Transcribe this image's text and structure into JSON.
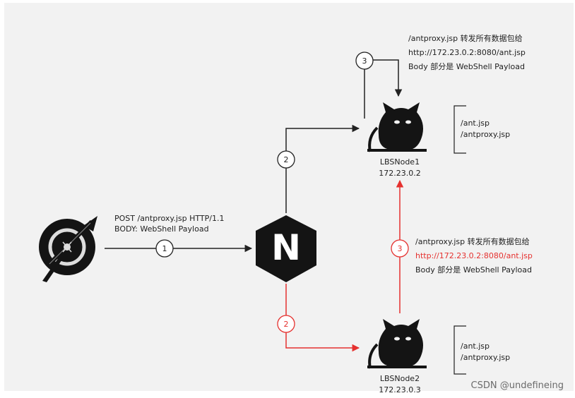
{
  "client_request": {
    "line1": "POST /antproxy.jsp HTTP/1.1",
    "line2": "BODY: WebShell Payload"
  },
  "steps": {
    "s1": "1",
    "s2_top": "2",
    "s2_bottom": "2",
    "s3_top": "3",
    "s3_right": "3"
  },
  "top_note": {
    "line1": "/antproxy.jsp 转发所有数据包给",
    "line2": "http://172.23.0.2:8080/ant.jsp",
    "line3": "Body 部分是 WebShell Payload"
  },
  "mid_note": {
    "line1": "/antproxy.jsp 转发所有数据包给",
    "line2": "http://172.23.0.2:8080/ant.jsp",
    "line3": "Body 部分是 WebShell Payload"
  },
  "node1": {
    "name": "LBSNode1",
    "ip": "172.23.0.2",
    "files": [
      "/ant.jsp",
      "/antproxy.jsp"
    ]
  },
  "node2": {
    "name": "LBSNode2",
    "ip": "172.23.0.3",
    "files": [
      "/ant.jsp",
      "/antproxy.jsp"
    ]
  },
  "nginx_letter": "N",
  "watermark": "CSDN @undefineing",
  "colors": {
    "black": "#222222",
    "red": "#e5312f",
    "background": "#f2f2f2"
  },
  "icons": {
    "client": "antsword-logo-icon",
    "proxy": "nginx-hexagon-icon",
    "server": "tomcat-cat-icon"
  }
}
